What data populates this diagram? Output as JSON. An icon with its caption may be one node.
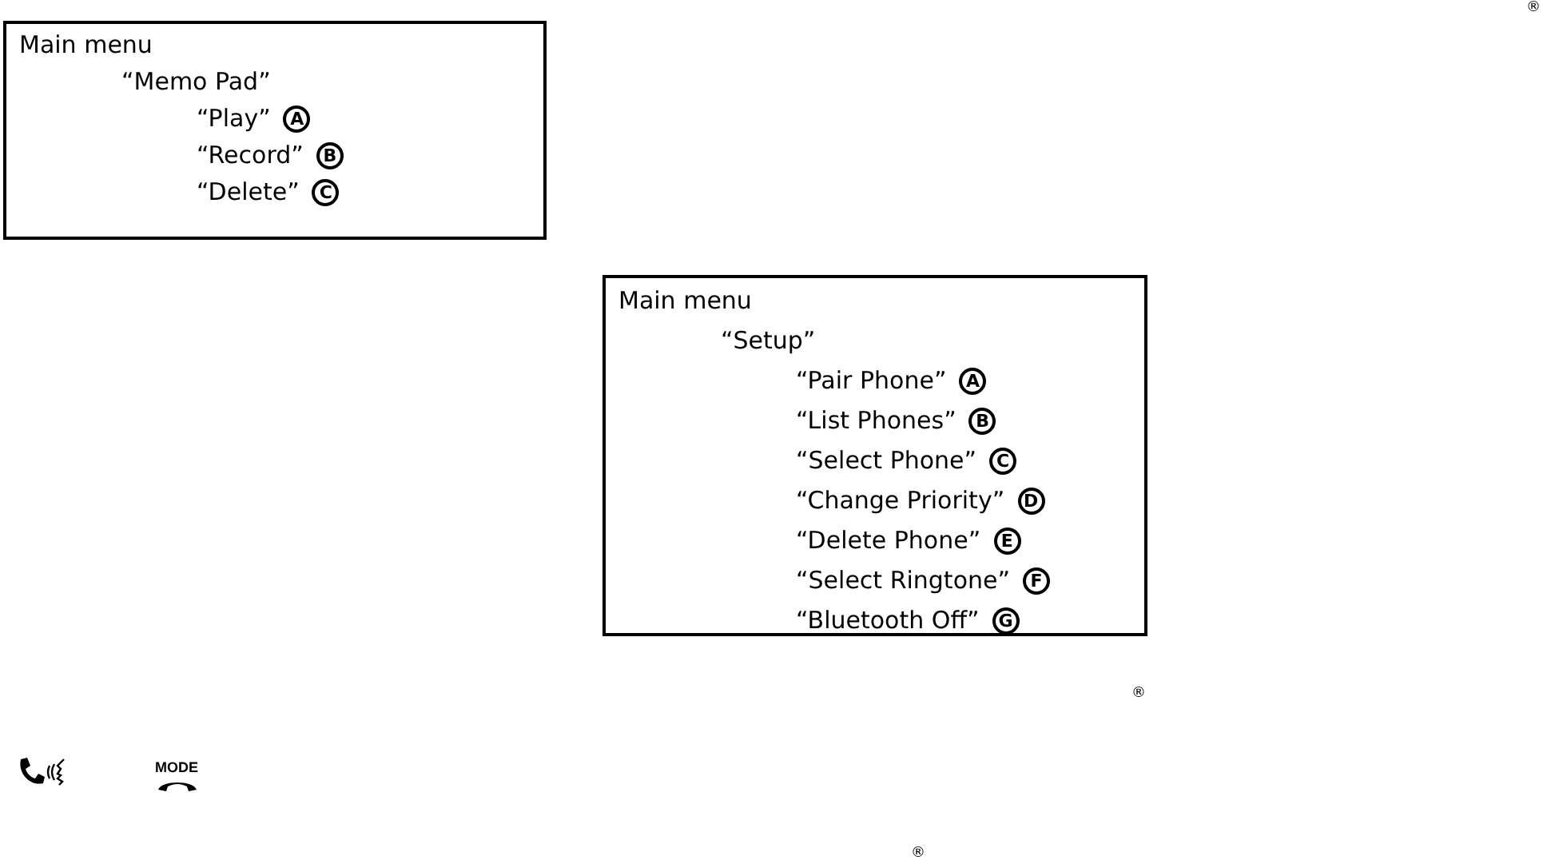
{
  "diagram": {
    "nodes": [
      {
        "text": [
          "Main menu",
          "“Memo Pad”",
          "“Play”",
          "A",
          "“Record”",
          "B",
          "“Delete”",
          "C"
        ]
      },
      {
        "text": [
          "Main menu",
          "“Setup”",
          "“Pair Phone”",
          "A",
          "“List Phones”",
          "B",
          "“Select Phone”",
          "C",
          "“Change Priority”",
          "D",
          "“Delete Phone”",
          "E",
          "“Select Ringtone”",
          "F",
          "“Bluetooth Off”",
          "G"
        ]
      }
    ],
    "labels": [
      "®",
      "®",
      "MODE",
      "®"
    ]
  }
}
